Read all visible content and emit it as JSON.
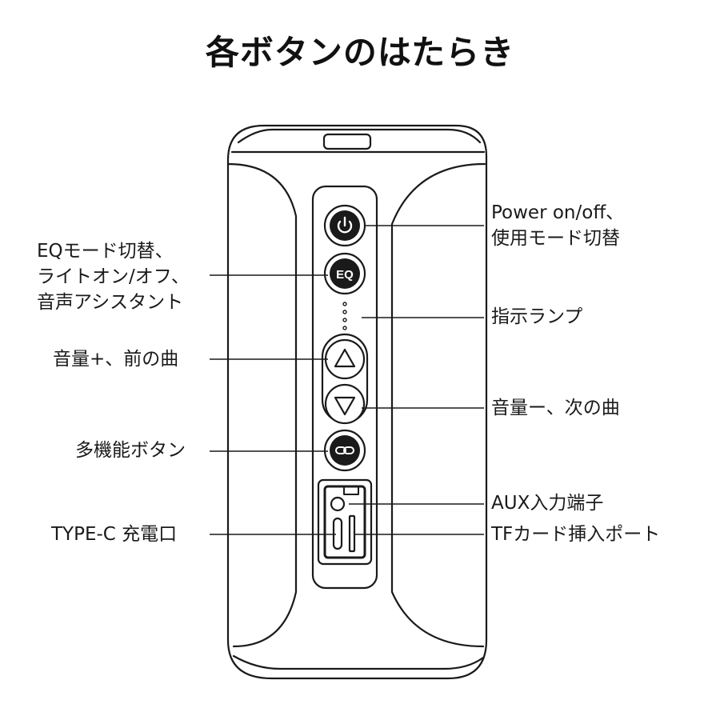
{
  "title": "各ボタンのはたらき",
  "callouts": {
    "power": [
      "Power on/off、",
      "使用モード切替"
    ],
    "eq": [
      "EQモード切替、",
      "ライトオン/オフ、",
      "音声アシスタント"
    ],
    "indicator": [
      "指示ランプ"
    ],
    "vol_up": [
      "音量+、前の曲"
    ],
    "vol_down": [
      "音量ー、次の曲"
    ],
    "multi": [
      "多機能ボタン"
    ],
    "aux": [
      "AUX入力端子"
    ],
    "typec": [
      "TYPE-C 充電口"
    ],
    "tf": [
      "TFカード挿入ポート"
    ]
  },
  "buttons": {
    "eq_text": "EQ"
  },
  "colors": {
    "line": "#1a1a1a",
    "body_fill": "#ffffff"
  }
}
